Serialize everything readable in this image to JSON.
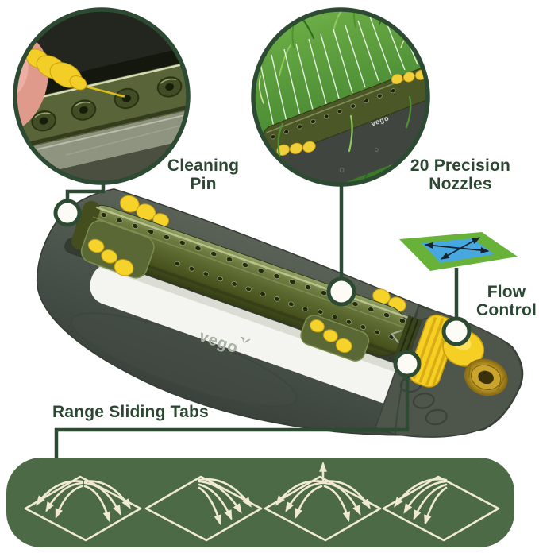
{
  "brand": {
    "logo_text": "vego"
  },
  "callouts": {
    "cleaning_pin": {
      "line1": "Cleaning",
      "line2": "Pin"
    },
    "precision_nozzles": {
      "line1": "20 Precision",
      "line2": "Nozzles"
    },
    "flow_control": {
      "line1": "Flow",
      "line2": "Control"
    },
    "range_sliding_tabs": {
      "label": "Range Sliding Tabs"
    }
  },
  "banner": {
    "pattern_icons": [
      {
        "name": "spray-both-sides-full-range-icon"
      },
      {
        "name": "spray-right-half-range-icon"
      },
      {
        "name": "spray-both-sides-center-jet-icon"
      },
      {
        "name": "spray-left-half-range-icon"
      }
    ]
  },
  "colors": {
    "accent_dark_green": "#2d4a33",
    "label_text": "#2b4731",
    "banner_green": "#4c6a45",
    "icon_cream": "#f0ead2",
    "tab_yellow": "#f6d02a",
    "flow_card_green": "#68b23a",
    "flow_card_blue": "#47a8df",
    "brass": "#c5a029"
  }
}
